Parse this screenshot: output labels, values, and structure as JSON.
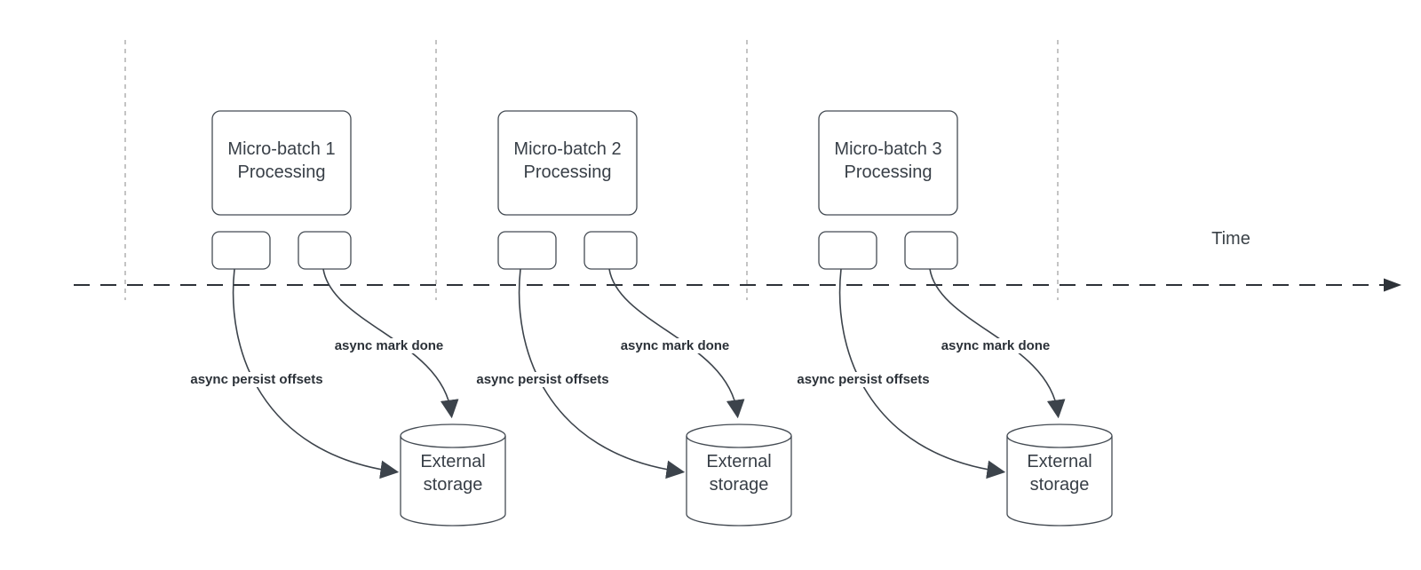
{
  "diagram": {
    "time_axis_label": "Time",
    "colors": {
      "shape_stroke": "#444b53",
      "arrow_stroke": "#3c434b",
      "guide_stroke": "#b5b5b5",
      "axis_stroke": "#2d3238",
      "text": "#383f47"
    },
    "clusters": [
      {
        "batch_label": "Micro-batch 1\nProcessing",
        "persist_label": "async persist offsets",
        "done_label": "async mark done",
        "storage_label": "External\nstorage"
      },
      {
        "batch_label": "Micro-batch 2\nProcessing",
        "persist_label": "async persist offsets",
        "done_label": "async mark done",
        "storage_label": "External\nstorage"
      },
      {
        "batch_label": "Micro-batch 3\nProcessing",
        "persist_label": "async persist offsets",
        "done_label": "async mark done",
        "storage_label": "External\nstorage"
      }
    ]
  }
}
